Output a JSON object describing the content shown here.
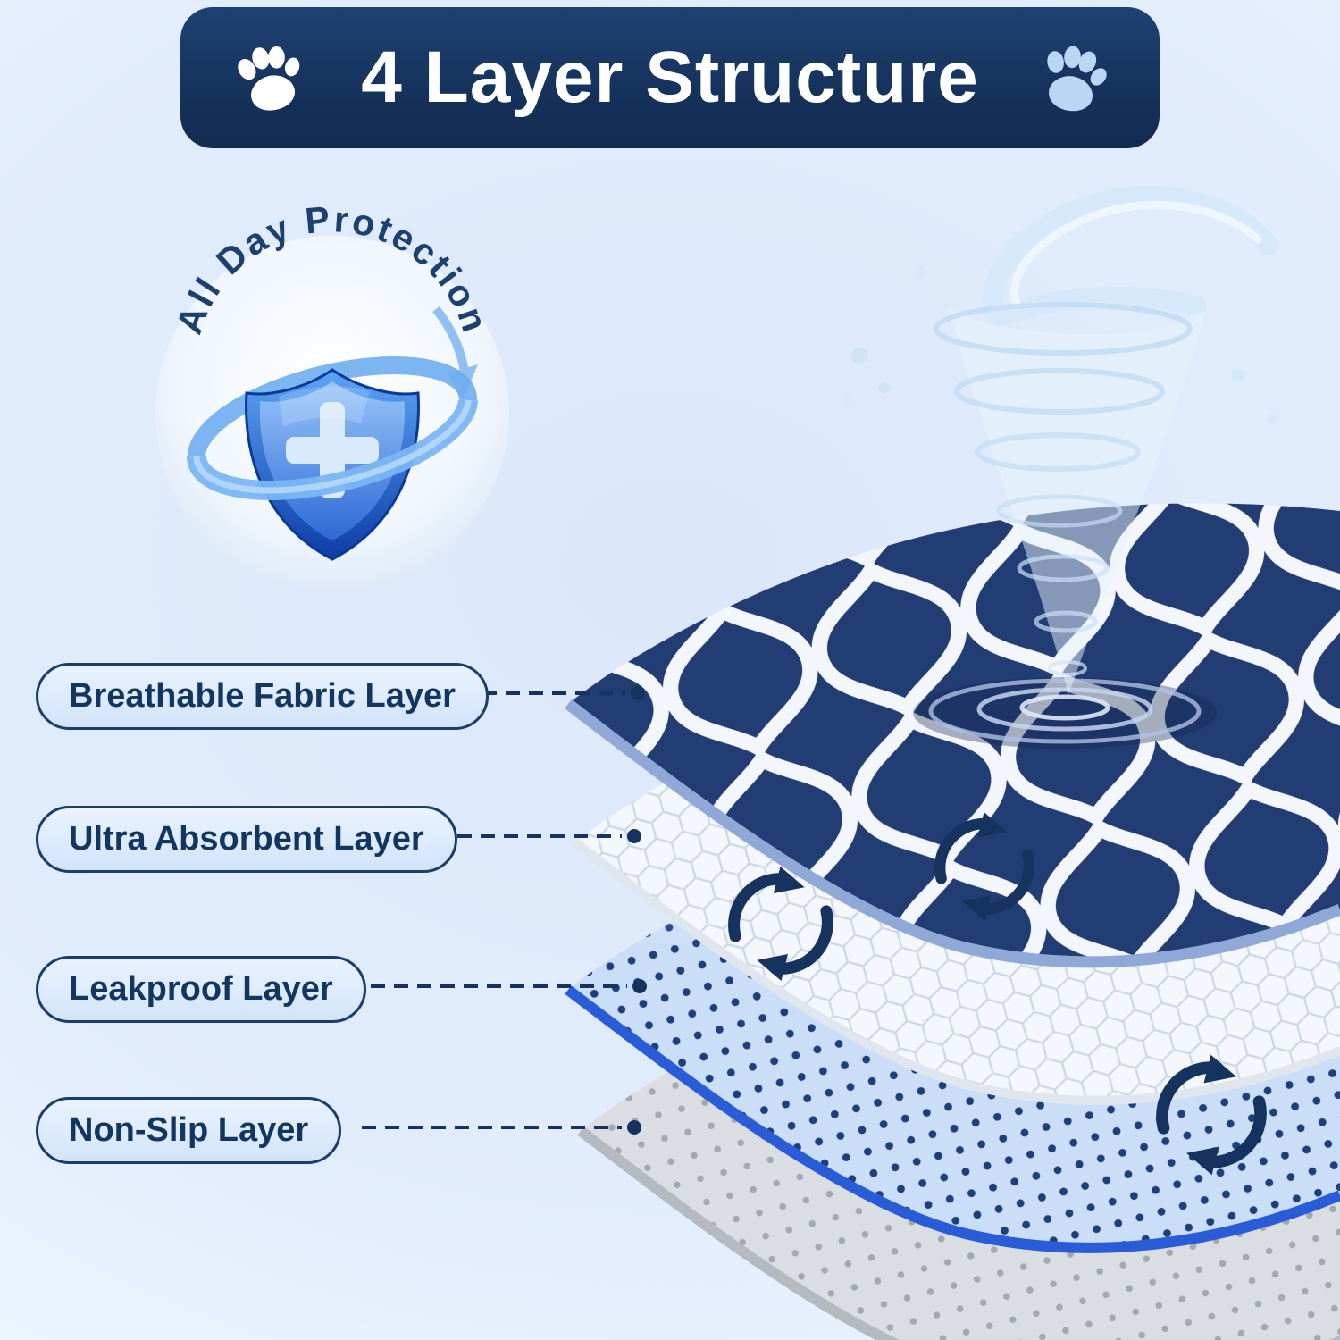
{
  "banner": {
    "title": "4 Layer Structure"
  },
  "protection_badge": {
    "text": "All Day Protection",
    "icon": "shield-cross-icon"
  },
  "layer_labels": [
    {
      "label": "Breathable Fabric Layer"
    },
    {
      "label": "Ultra Absorbent Layer"
    },
    {
      "label": "Leakproof Layer"
    },
    {
      "label": "Non-Slip Layer"
    }
  ],
  "icons": {
    "paw_left": "paw-icon",
    "paw_right": "paw-icon",
    "shield": "shield-cross-icon",
    "water": "water-tornado-icon",
    "airflow": "cycle-arrows-icon"
  },
  "colors": {
    "banner_navy": "#15325c",
    "label_fill": "#d9e9fb",
    "label_border": "#1c3e66",
    "label_text": "#12365f",
    "fabric_navy": "#223d74",
    "fabric_lattice": "#f3f6fb",
    "absorbent_white": "#f4f7fb",
    "leakproof_blue": "#cadef8",
    "leakproof_edge": "#2b5cd8",
    "nonslip_gray": "#dadde1",
    "accent_light_blue": "#8fc0f1",
    "background_blue": "#dfeafb"
  }
}
